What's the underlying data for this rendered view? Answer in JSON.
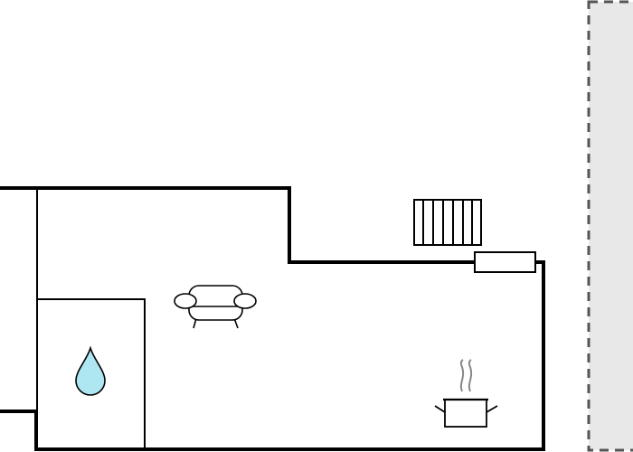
{
  "floor_plan": {
    "rooms": [
      {
        "name": "living-area",
        "label": ""
      },
      {
        "name": "bathroom",
        "label": ""
      }
    ],
    "icons": [
      {
        "name": "sofa-icon",
        "room": "living-area"
      },
      {
        "name": "water-drop-icon",
        "room": "bathroom"
      },
      {
        "name": "cooking-pot-icon",
        "room": "living-area"
      },
      {
        "name": "radiator-icon",
        "room": "living-area"
      }
    ],
    "elements": [
      "window",
      "neighbouring-unit-dashed"
    ]
  },
  "colors": {
    "wall": "#000000",
    "background": "#ffffff",
    "water": "#aee6f2",
    "steam": "#888888",
    "neighbour_fill": "#e8e8e8",
    "neighbour_border": "#555555"
  }
}
